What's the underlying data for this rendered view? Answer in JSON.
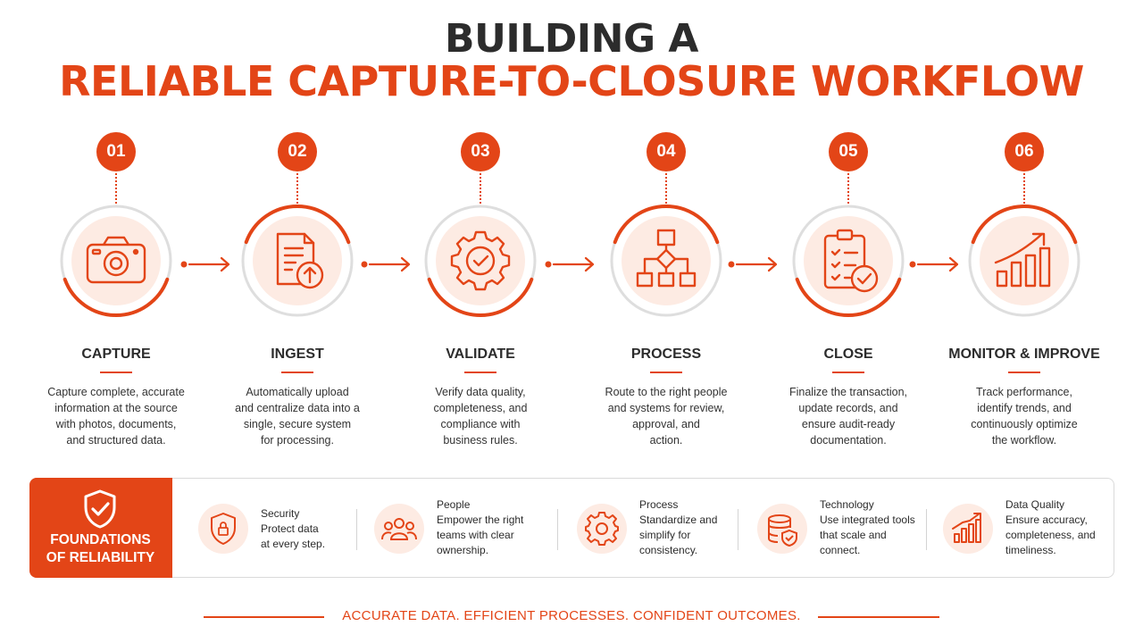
{
  "title": {
    "line1": "BUILDING A",
    "line2": "RELIABLE CAPTURE-TO-CLOSURE WORKFLOW"
  },
  "steps": [
    {
      "number": "01",
      "title": "CAPTURE",
      "icon": "camera-icon",
      "desc": [
        "Capture complete, accurate",
        "information at the source",
        "with photos, documents,",
        "and structured data."
      ]
    },
    {
      "number": "02",
      "title": "INGEST",
      "icon": "document-upload-icon",
      "desc": [
        "Automatically upload",
        "and centralize data into a",
        "single, secure system",
        "for processing."
      ]
    },
    {
      "number": "03",
      "title": "VALIDATE",
      "icon": "gear-check-icon",
      "desc": [
        "Verify data quality,",
        "completeness, and",
        "compliance with",
        "business rules."
      ]
    },
    {
      "number": "04",
      "title": "PROCESS",
      "icon": "flowchart-icon",
      "desc": [
        "Route to the right people",
        "and systems for review,",
        "approval, and",
        "action."
      ]
    },
    {
      "number": "05",
      "title": "CLOSE",
      "icon": "clipboard-check-icon",
      "desc": [
        "Finalize the transaction,",
        "update records, and",
        "ensure audit-ready",
        "documentation."
      ]
    },
    {
      "number": "06",
      "title": "MONITOR & IMPROVE",
      "icon": "growth-chart-icon",
      "desc": [
        "Track performance,",
        "identify trends, and",
        "continuously optimize",
        "the workflow."
      ]
    }
  ],
  "foundations": {
    "title": [
      "FOUNDATIONS",
      "OF RELIABILITY"
    ],
    "icon": "shield-check-icon",
    "pillars": [
      {
        "title": "Security",
        "icon": "shield-lock-icon",
        "desc": [
          "Protect data",
          "at every step."
        ]
      },
      {
        "title": "People",
        "icon": "team-icon",
        "desc": [
          "Empower the right",
          "teams with clear",
          "ownership."
        ]
      },
      {
        "title": "Process",
        "icon": "gear-icon",
        "desc": [
          "Standardize and",
          "simplify for",
          "consistency."
        ]
      },
      {
        "title": "Technology",
        "icon": "database-shield-icon",
        "desc": [
          "Use integrated tools",
          "that scale and",
          "connect."
        ]
      },
      {
        "title": "Data Quality",
        "icon": "bar-chart-icon",
        "desc": [
          "Ensure accuracy,",
          "completeness, and",
          "timeliness."
        ]
      }
    ]
  },
  "footer": "ACCURATE DATA. EFFICIENT PROCESSES. CONFIDENT OUTCOMES.",
  "colors": {
    "accent": "#e34517",
    "ring": "#dedede",
    "icon_bg": "#fdebe3",
    "text": "#2c2c2c"
  }
}
